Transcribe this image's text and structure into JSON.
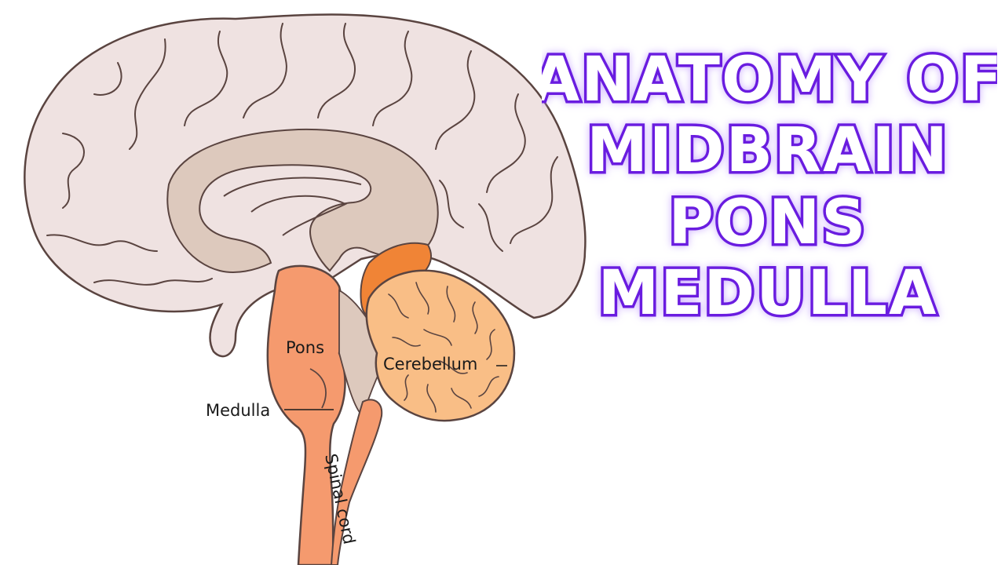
{
  "title": {
    "lines": [
      "ANATOMY OF",
      "MIDBRAIN",
      "PONS",
      "MEDULLA"
    ],
    "outline_color": "#6a1fe0",
    "glow_color": "#c9a8ff"
  },
  "diagram": {
    "labels": {
      "pons": "Pons",
      "cerebellum": "Cerebellum",
      "medulla": "Medulla",
      "spinal_cord": "Spinal cord"
    },
    "colors": {
      "cerebrum": "#efe2e1",
      "corpus_callosum": "#ddc9bd",
      "brainstem": "#f59a6e",
      "midbrain": "#f08436",
      "cerebellum": "#f9be86",
      "outline": "#5a4440"
    }
  }
}
